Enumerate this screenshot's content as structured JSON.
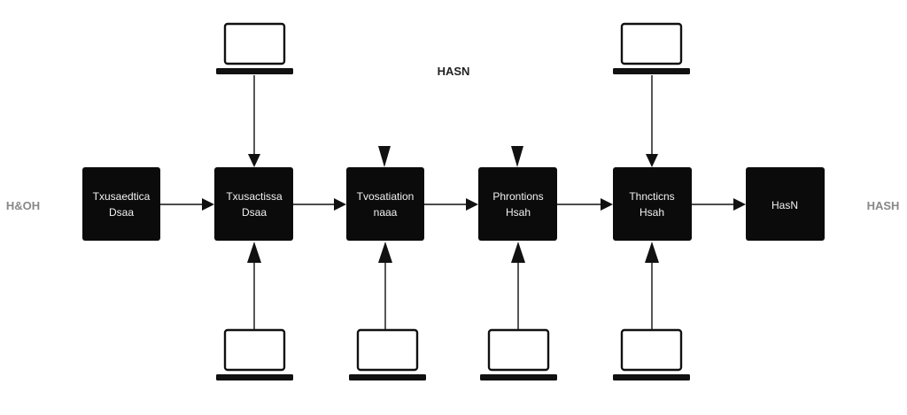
{
  "diagram": {
    "title": "HASN",
    "side_left": "H&OH",
    "side_right": "HASH",
    "nodes": [
      {
        "id": "n1",
        "line1": "Txusaedtica",
        "line2": "Dsaa"
      },
      {
        "id": "n2",
        "line1": "Txusactissa",
        "line2": "Dsaa"
      },
      {
        "id": "n3",
        "line1": "Tvosatiation",
        "line2": "naaa"
      },
      {
        "id": "n4",
        "line1": "Phrontions",
        "line2": "Hsah"
      },
      {
        "id": "n5",
        "line1": "Thncticns",
        "line2": "Hsah"
      },
      {
        "id": "n6",
        "line1": "HasN",
        "line2": ""
      }
    ],
    "laptops": [
      {
        "id": "top-1",
        "row": "top",
        "column": "n2"
      },
      {
        "id": "top-2",
        "row": "top",
        "column": "n5"
      },
      {
        "id": "bottom-1",
        "row": "bottom",
        "column": "n2"
      },
      {
        "id": "bottom-2",
        "row": "bottom",
        "column": "n3"
      },
      {
        "id": "bottom-3",
        "row": "bottom",
        "column": "n4"
      },
      {
        "id": "bottom-4",
        "row": "bottom",
        "column": "n5"
      }
    ],
    "colors": {
      "node_fill": "#0b0b0b",
      "node_text": "#f2f2f2",
      "line": "#111111",
      "side_label": "#888888"
    }
  }
}
